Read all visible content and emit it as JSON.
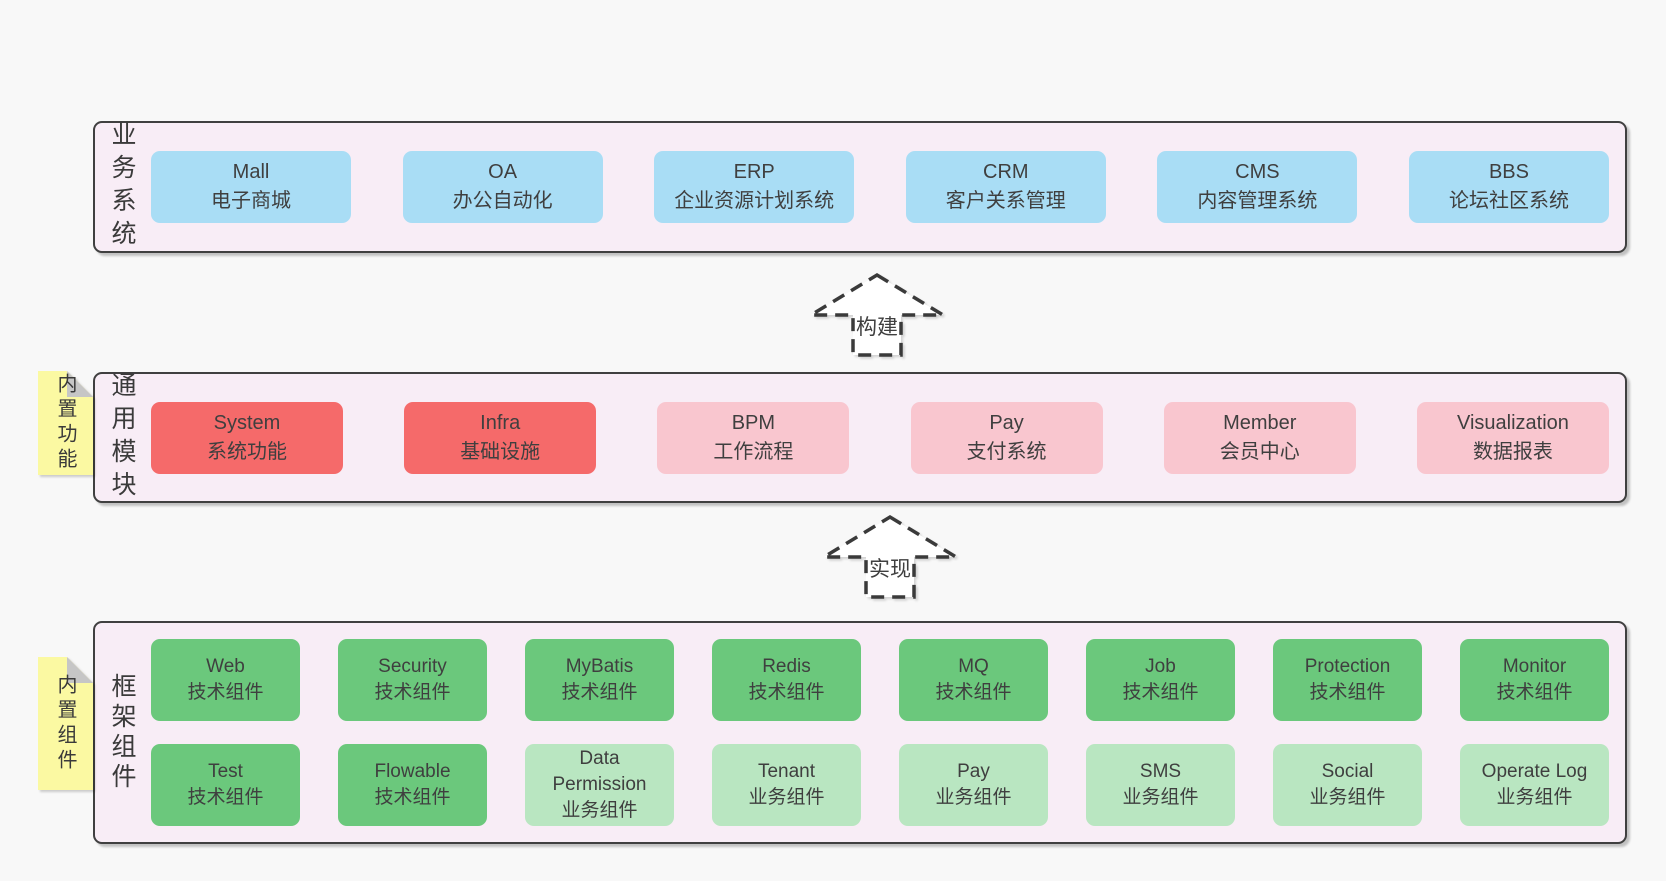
{
  "colors": {
    "page_bg": "#f8f8f8",
    "container_bg": "#f8edf6",
    "border": "#404040",
    "box_text": "#3f3f3f",
    "blue": "#a9ddf5",
    "red": "#f56a6a",
    "pink": "#f9c6cf",
    "green": "#6bc87c",
    "light_green": "#b9e6c1",
    "yellow": "#fbf9a2",
    "fold_gray": "#c6c6c6"
  },
  "layers": {
    "business": {
      "label": "业务系统",
      "boxes": [
        {
          "title": "Mall",
          "subtitle": "电子商城",
          "variant": "blue"
        },
        {
          "title": "OA",
          "subtitle": "办公自动化",
          "variant": "blue"
        },
        {
          "title": "ERP",
          "subtitle": "企业资源计划系统",
          "variant": "blue"
        },
        {
          "title": "CRM",
          "subtitle": "客户关系管理",
          "variant": "blue"
        },
        {
          "title": "CMS",
          "subtitle": "内容管理系统",
          "variant": "blue"
        },
        {
          "title": "BBS",
          "subtitle": "论坛社区系统",
          "variant": "blue"
        }
      ]
    },
    "modules": {
      "label": "通用模块",
      "tag": "内置功能",
      "boxes": [
        {
          "title": "System",
          "subtitle": "系统功能",
          "variant": "red"
        },
        {
          "title": "Infra",
          "subtitle": "基础设施",
          "variant": "red"
        },
        {
          "title": "BPM",
          "subtitle": "工作流程",
          "variant": "pink"
        },
        {
          "title": "Pay",
          "subtitle": "支付系统",
          "variant": "pink"
        },
        {
          "title": "Member",
          "subtitle": "会员中心",
          "variant": "pink"
        },
        {
          "title": "Visualization",
          "subtitle": "数据报表",
          "variant": "pink"
        }
      ]
    },
    "framework": {
      "label": "框架组件",
      "tag": "内置组件",
      "rows": [
        [
          {
            "title": "Web",
            "subtitle": "技术组件",
            "variant": "green"
          },
          {
            "title": "Security",
            "subtitle": "技术组件",
            "variant": "green"
          },
          {
            "title": "MyBatis",
            "subtitle": "技术组件",
            "variant": "green"
          },
          {
            "title": "Redis",
            "subtitle": "技术组件",
            "variant": "green"
          },
          {
            "title": "MQ",
            "subtitle": "技术组件",
            "variant": "green"
          },
          {
            "title": "Job",
            "subtitle": "技术组件",
            "variant": "green"
          },
          {
            "title": "Protection",
            "subtitle": "技术组件",
            "variant": "green"
          },
          {
            "title": "Monitor",
            "subtitle": "技术组件",
            "variant": "green"
          }
        ],
        [
          {
            "title": "Test",
            "subtitle": "技术组件",
            "variant": "green"
          },
          {
            "title": "Flowable",
            "subtitle": "技术组件",
            "variant": "green"
          },
          {
            "title": "Data Permission",
            "subtitle": "业务组件",
            "variant": "light-green"
          },
          {
            "title": "Tenant",
            "subtitle": "业务组件",
            "variant": "light-green"
          },
          {
            "title": "Pay",
            "subtitle": "业务组件",
            "variant": "light-green"
          },
          {
            "title": "SMS",
            "subtitle": "业务组件",
            "variant": "light-green"
          },
          {
            "title": "Social",
            "subtitle": "业务组件",
            "variant": "light-green"
          },
          {
            "title": "Operate Log",
            "subtitle": "业务组件",
            "variant": "light-green"
          }
        ]
      ]
    }
  },
  "arrows": [
    {
      "label": "构建"
    },
    {
      "label": "实现"
    }
  ]
}
